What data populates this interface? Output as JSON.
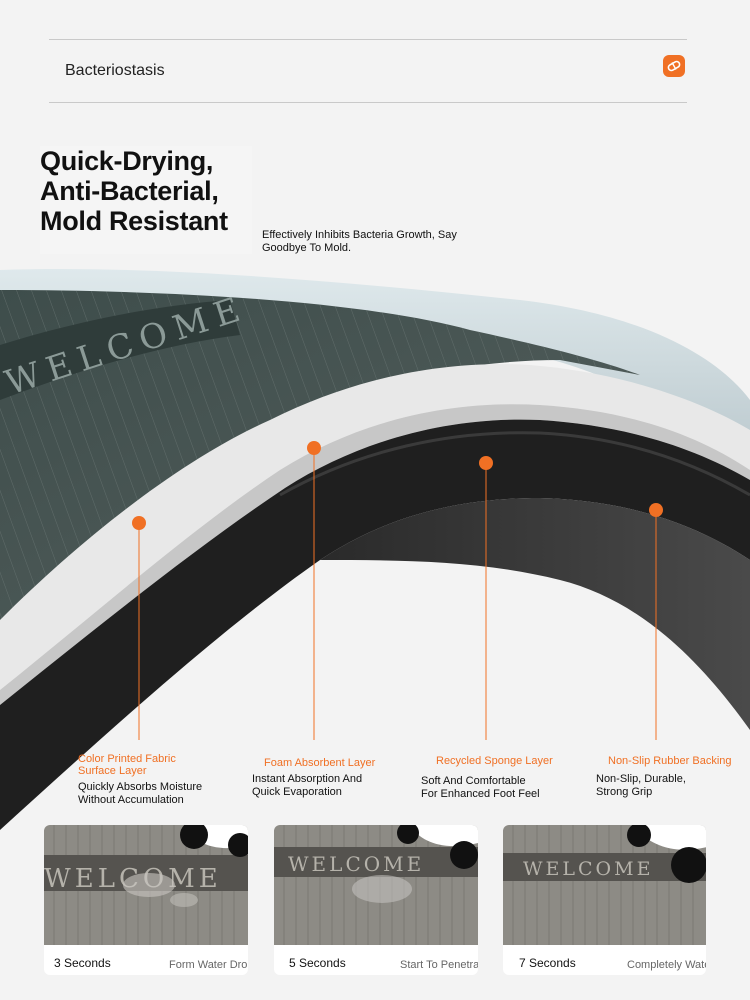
{
  "banner": {
    "title": "Bacteriostasis",
    "icon": "pill-icon"
  },
  "headline": {
    "lines": [
      "Quick-Drying,",
      "Anti-Bacterial,",
      "Mold Resistant"
    ]
  },
  "subhead": {
    "lines": [
      "Effectively Inhibits Bacteria Growth, Say",
      "Goodbye To Mold."
    ]
  },
  "mat_print": "WELCOME",
  "layers": [
    {
      "title": [
        "Color Printed Fabric",
        "Surface Layer"
      ],
      "desc": [
        "Quickly Absorbs Moisture",
        "Without Accumulation"
      ]
    },
    {
      "title": [
        "Foam Absorbent Layer"
      ],
      "desc": [
        "Instant Absorption And",
        "Quick Evaporation"
      ]
    },
    {
      "title": [
        "Recycled Sponge Layer"
      ],
      "desc": [
        "Soft And Comfortable",
        "For Enhanced Foot Feel"
      ]
    },
    {
      "title": [
        "Non-Slip Rubber Backing"
      ],
      "desc": [
        "Non-Slip, Durable,",
        "Strong Grip"
      ]
    }
  ],
  "steps": [
    {
      "time": "3 Seconds",
      "caption": "Form Water Drops"
    },
    {
      "time": "5 Seconds",
      "caption": "Start To Penetrate"
    },
    {
      "time": "7 Seconds",
      "caption": "Completely Waterproof"
    }
  ],
  "colors": {
    "accent": "#f07024",
    "mat_surface": "#4b5a58",
    "foam": "#1e1e1e"
  }
}
